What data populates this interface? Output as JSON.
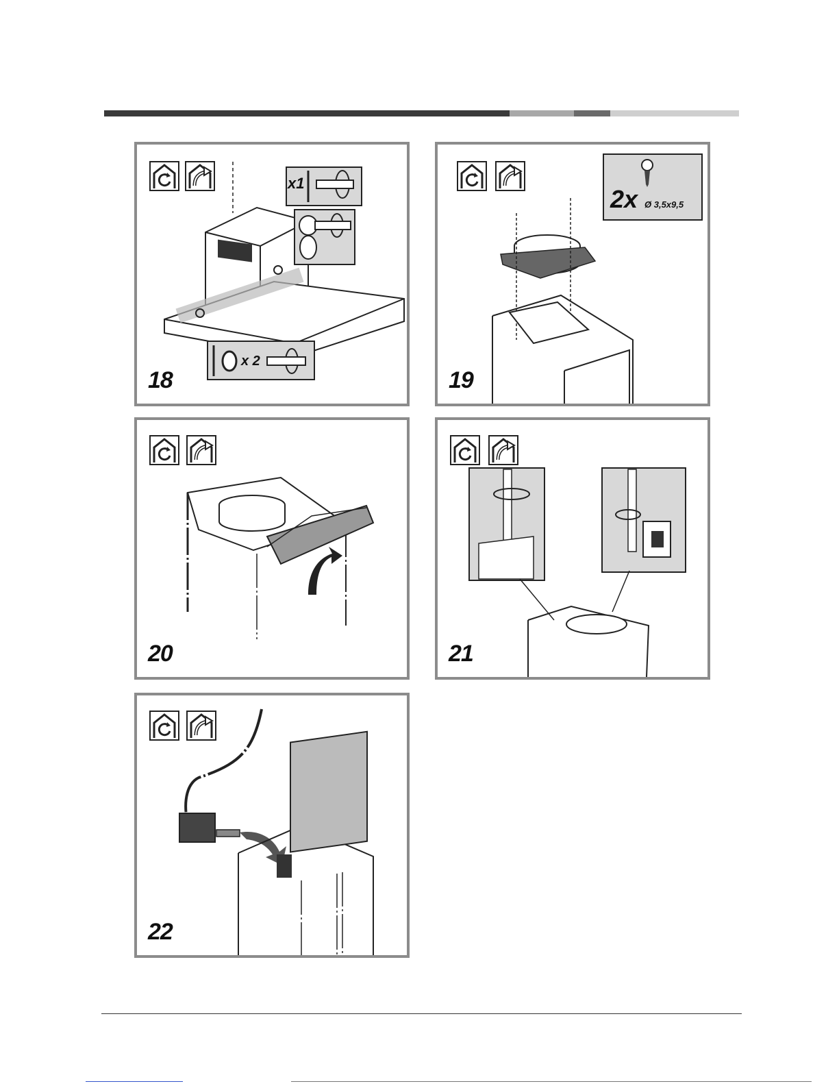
{
  "header": {
    "bar_colors": [
      "#3a3a3a",
      "#a8a8a8",
      "#6a6a6a",
      "#cfcfcf"
    ]
  },
  "panels": [
    {
      "step": "18",
      "icons": [
        "recirculation-mode-icon",
        "ducted-mode-icon"
      ],
      "callouts": {
        "screw_count": "x1",
        "washer_count": "x 2"
      }
    },
    {
      "step": "19",
      "icons": [
        "recirculation-mode-icon",
        "ducted-mode-icon"
      ],
      "callouts": {
        "screw_qty": "2x",
        "screw_spec": "Ø 3,5x9,5"
      }
    },
    {
      "step": "20",
      "icons": [
        "recirculation-mode-icon",
        "ducted-mode-icon"
      ]
    },
    {
      "step": "21",
      "icons": [
        "recirculation-mode-icon",
        "ducted-mode-icon"
      ]
    },
    {
      "step": "22",
      "icons": [
        "recirculation-mode-icon",
        "ducted-mode-icon"
      ]
    }
  ],
  "colors": {
    "frame": "#8c8c8c",
    "inset_bg": "#d8d8d8",
    "ink": "#111111"
  }
}
